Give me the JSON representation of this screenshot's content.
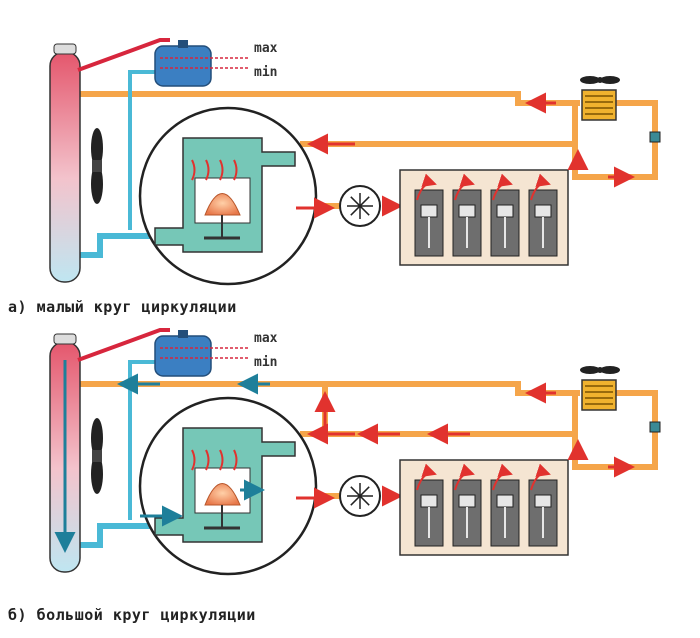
{
  "diagrams": [
    {
      "caption": "а) малый круг циркуляции",
      "max_label": "max",
      "min_label": "min",
      "mode": "small"
    },
    {
      "caption": "б) большой круг циркуляции",
      "max_label": "max",
      "min_label": "min",
      "mode": "large"
    }
  ],
  "colors": {
    "hot_pipe": "#f5a54a",
    "cold_pipe": "#4ab9d6",
    "hose": "#d7263d",
    "arrow_red": "#e1322e",
    "arrow_blue": "#1e7f9a",
    "thermostat_body": "#76c7b7",
    "engine_block": "#f5e5d2",
    "cylinder": "#6e6e6e",
    "tank": "#3b7fc2",
    "heater": "#f0b22e"
  }
}
